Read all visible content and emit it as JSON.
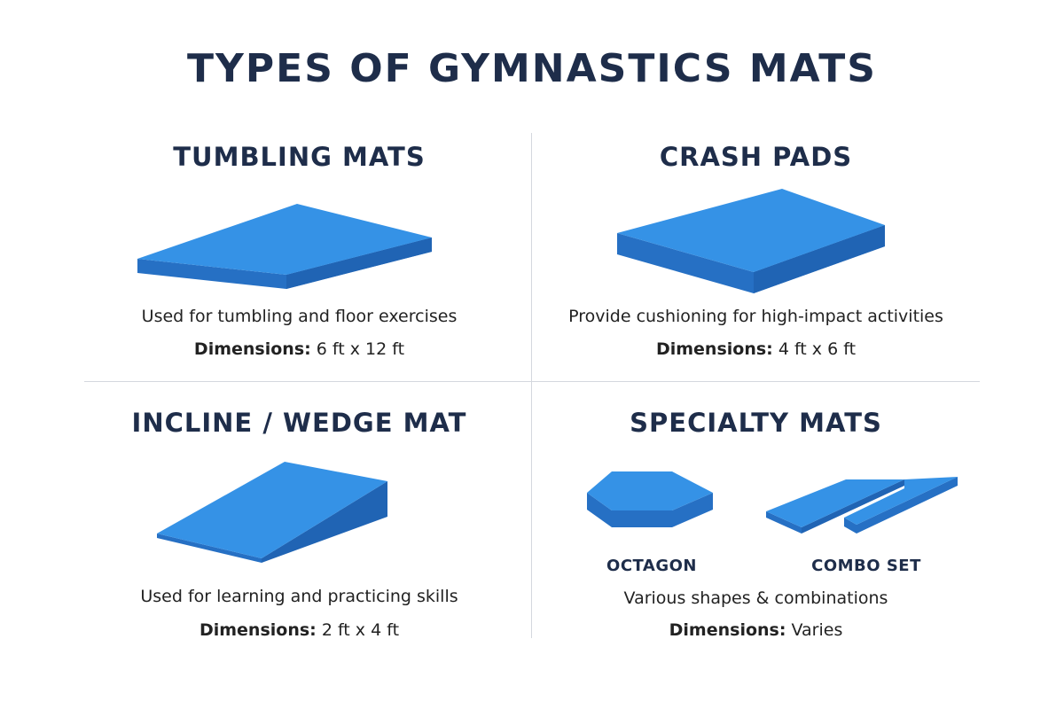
{
  "title": "TYPES OF GYMNASTICS MATS",
  "colors": {
    "mat_top": "#3592e6",
    "mat_side": "#2670c4",
    "text_dark": "#1e2d4a"
  },
  "sections": [
    {
      "title": "TUMBLING MATS",
      "description": "Used for tumbling and floor exercises",
      "dimensions_label": "Dimensions:",
      "dimensions_value": "6 ft x 12 ft"
    },
    {
      "title": "CRASH PADS",
      "description": "Provide cushioning for high-impact activities",
      "dimensions_label": "Dimensions:",
      "dimensions_value": "4 ft x 6 ft"
    },
    {
      "title": "INCLINE / WEDGE MAT",
      "description": "Used for learning and practicing skills",
      "dimensions_label": "Dimensions:",
      "dimensions_value": "2 ft x 4 ft"
    },
    {
      "title": "SPECIALTY MATS",
      "shape_labels": [
        "OCTAGON",
        "COMBO SET"
      ],
      "description": "Various shapes & combinations",
      "dimensions_label": "Dimensions:",
      "dimensions_value": "Varies"
    }
  ]
}
